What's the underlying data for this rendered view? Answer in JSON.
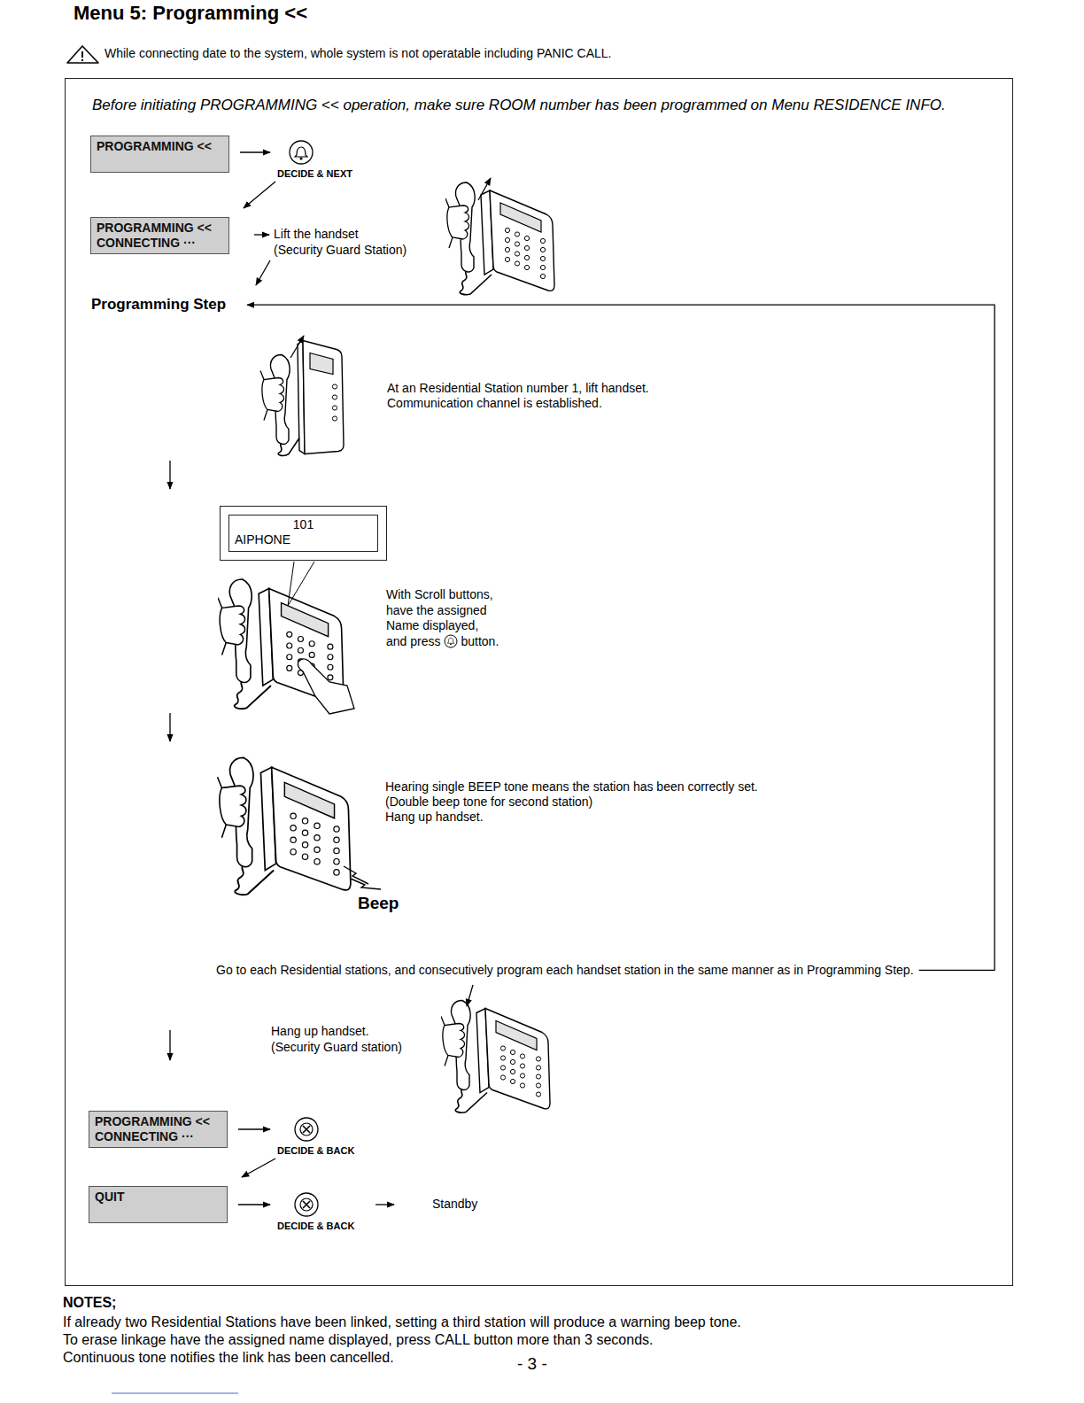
{
  "diagram": {
    "title": "Menu 5: Programming <<",
    "nodes": [
      {
        "text": [
          "Before initiating PROGRAMMING << operation, make sure ROOM number has been programmed on Menu RESIDENCE INFO."
        ]
      },
      {
        "text": [
          "PROGRAMMING <<"
        ],
        "in": 0
      },
      {
        "text": [
          "DECIDE & NEXT"
        ],
        "in": 0
      },
      {
        "text": [
          "PROGRAMMING << CONNECTING ···"
        ],
        "in": 0
      },
      {
        "text": [
          "101",
          "AIPHONE"
        ],
        "in": 0
      },
      {
        "text": [
          "PROGRAMMING << CONNECTING ···"
        ],
        "in": 0
      },
      {
        "text": [
          "DECIDE & BACK"
        ],
        "in": 0
      },
      {
        "text": [
          "QUIT"
        ],
        "in": 0
      },
      {
        "text": [
          "DECIDE & BACK"
        ],
        "in": 0
      }
    ],
    "edges": [
      {
        "from": 1,
        "to": 2,
        "arrow": "to"
      },
      {
        "from": 2,
        "to": 3,
        "arrow": "to"
      },
      {
        "from": 5,
        "to": 6,
        "arrow": "to"
      },
      {
        "from": 6,
        "to": 7,
        "arrow": "to"
      },
      {
        "from": 7,
        "to": 8,
        "arrow": "to"
      }
    ],
    "labels": [
      "While connecting date to the system, whole system is not operatable including PANIC CALL.",
      "Lift the handset",
      "(Security Guard Station)",
      "Programming Step",
      "At an Residential Station number 1, lift handset.",
      "Communication channel is established.",
      "With Scroll buttons, have the assigned Name displayed, and press",
      "button.",
      "Hearing single BEEP tone means the station has been correctly set.",
      "(Double beep tone for second station)",
      "Hang up handset.",
      "Beep",
      "Go to each Residential stations, and consecutively program each handset station in the same manner as in Programming Step.",
      "Hang up handset.",
      "(Security Guard station)",
      "Standby",
      "NOTES;",
      "If already two Residential Stations have been linked, setting a third station will produce a warning beep tone.",
      "To erase linkage have the assigned name displayed, press CALL button more than 3 seconds.",
      "Continuous tone notifies the link has been cancelled.",
      "- 3 -"
    ]
  }
}
